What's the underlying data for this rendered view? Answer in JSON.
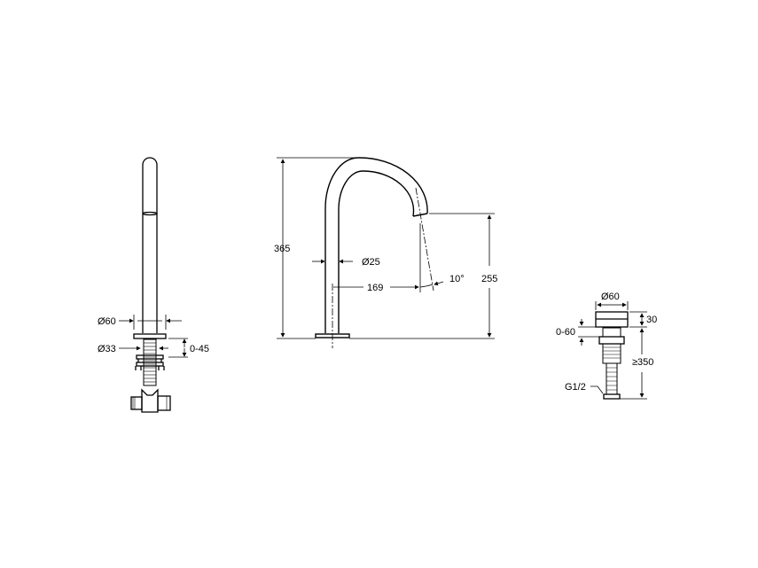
{
  "views": {
    "side": {
      "dim_outer_dia": "Ø60",
      "dim_thread_dia": "Ø33",
      "dim_deck_thickness": "0-45"
    },
    "front": {
      "dim_total_height": "365",
      "dim_tube_dia": "Ø25",
      "dim_reach": "169",
      "dim_angle": "10°",
      "dim_outlet_height": "255"
    },
    "control": {
      "dim_dia": "Ø60",
      "dim_height": "30",
      "dim_deck_thickness": "0-60",
      "dim_min_length": "≥350",
      "dim_connection": "G1/2"
    }
  },
  "colors": {
    "line": "#000000",
    "background": "#ffffff"
  }
}
